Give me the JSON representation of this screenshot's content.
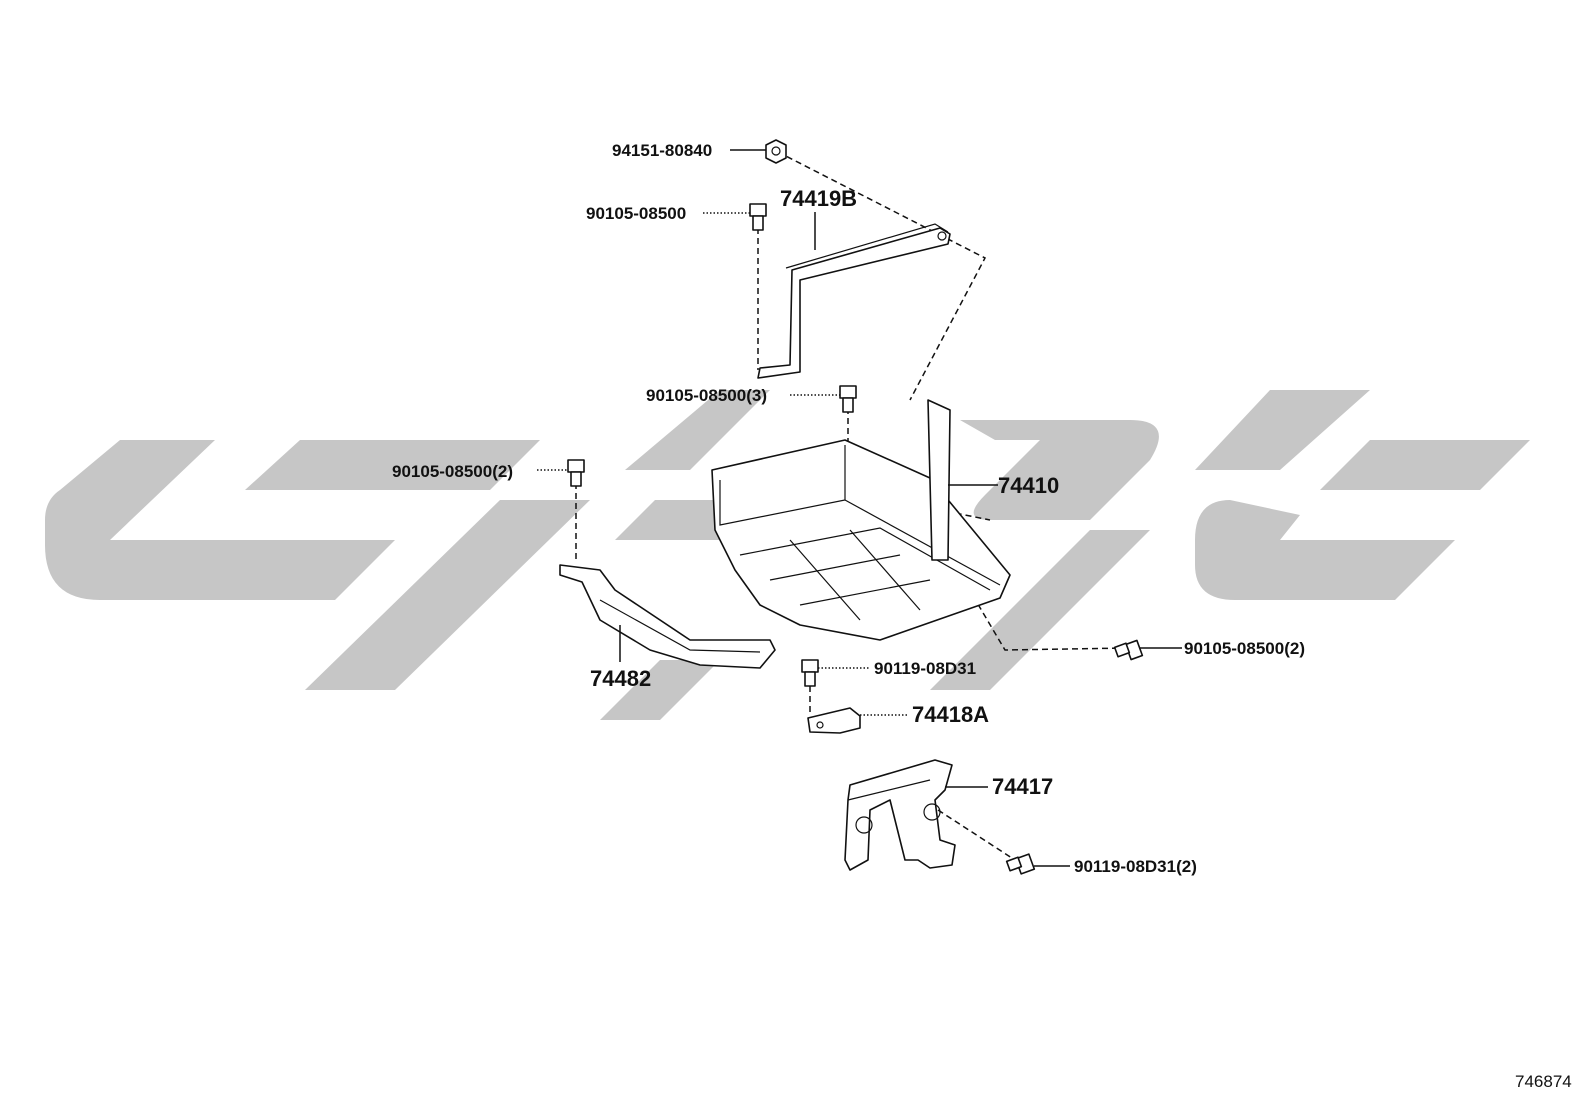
{
  "diagram": {
    "figure_number": "746874",
    "labels": {
      "nut_94151": "94151-80840",
      "bolt_top": "90105-08500",
      "clamp_74419b": "74419B",
      "bolt_center_3": "90105-08500(3)",
      "bolt_left_2": "90105-08500(2)",
      "tray_74410": "74410",
      "bolt_right_2": "90105-08500(2)",
      "bracket_74482": "74482",
      "bolt_90119": "90119-08D31",
      "bracket_74418a": "74418A",
      "bracket_74417": "74417",
      "bolt_90119_2": "90119-08D31(2)"
    },
    "colors": {
      "line": "#111111",
      "watermark": "#c6c6c6",
      "background": "#ffffff"
    }
  }
}
